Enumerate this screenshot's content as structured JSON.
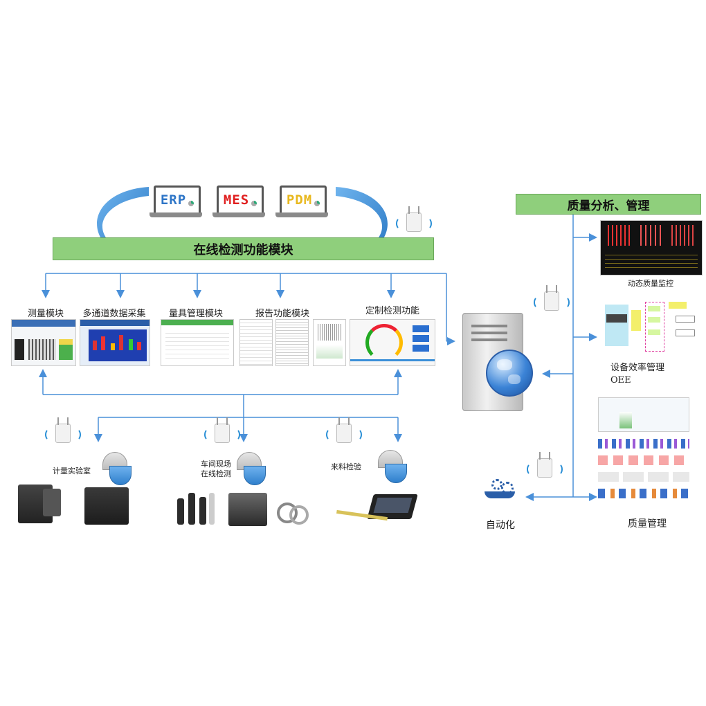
{
  "systems": [
    {
      "label": "ERP",
      "color": "#2f76c7"
    },
    {
      "label": "MES",
      "color": "#e02020"
    },
    {
      "label": "PDM",
      "color": "#e8b81e"
    }
  ],
  "main_banner": "在线检测功能模块",
  "modules": [
    {
      "label": "测量模块"
    },
    {
      "label": "多通道数据采集"
    },
    {
      "label": "量具管理模块"
    },
    {
      "label": "报告功能模块"
    },
    {
      "label": "定制检测功能"
    }
  ],
  "locations": [
    {
      "label": "计量实验室"
    },
    {
      "label": "车间现场\n在线检测"
    },
    {
      "label": "来料检验"
    }
  ],
  "quality": {
    "banner": "质量分析、管理",
    "items": [
      {
        "label": "动态质量监控"
      },
      {
        "label": "设备效率管理\nOEE"
      },
      {
        "label": "质量管理"
      }
    ]
  },
  "automation_label": "自动化",
  "colors": {
    "banner_fill": "#8fcf7c",
    "arrow_blue": "#3d8fd9",
    "connector": "#4a90d9"
  }
}
